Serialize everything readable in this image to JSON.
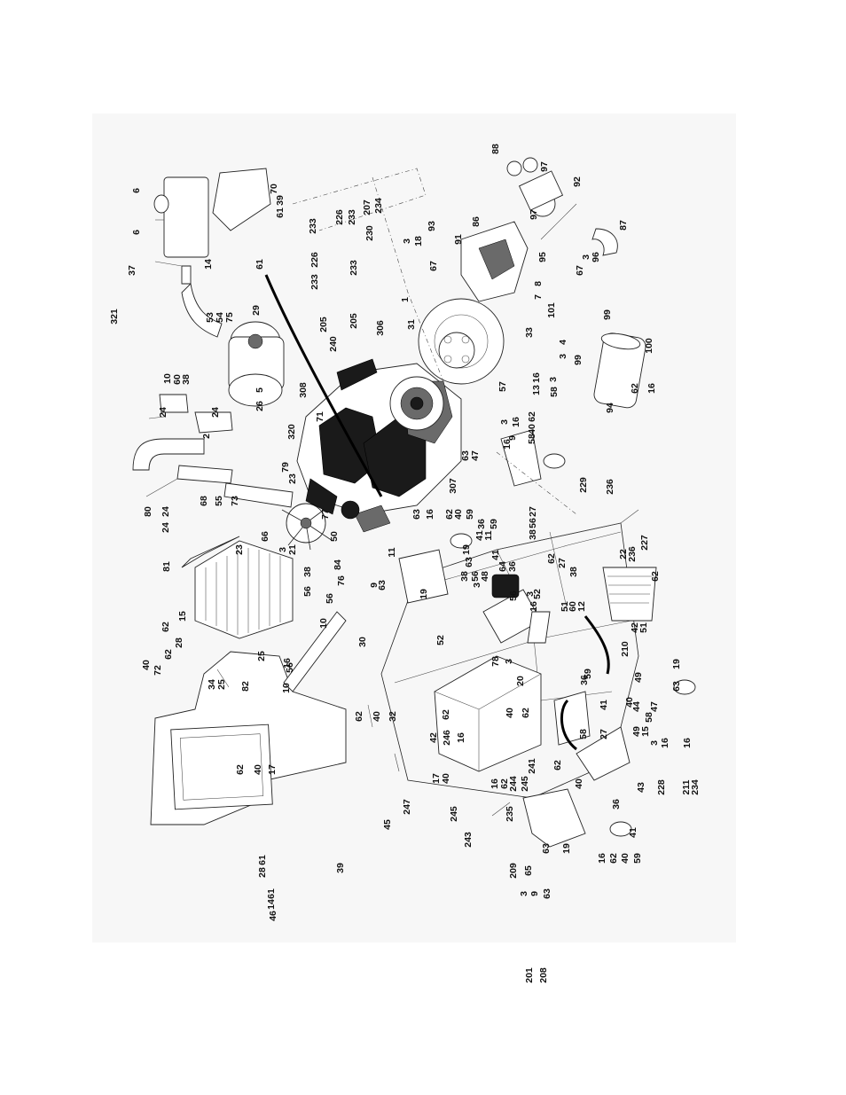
{
  "diagram": {
    "callouts": [
      "6",
      "6",
      "37",
      "70",
      "14",
      "61",
      "61",
      "39",
      "321",
      "53",
      "54",
      "75",
      "29",
      "10",
      "60",
      "38",
      "5",
      "26",
      "24",
      "24",
      "2",
      "24",
      "80",
      "24",
      "68",
      "55",
      "73",
      "308",
      "71",
      "320",
      "79",
      "226",
      "233",
      "207",
      "234",
      "230",
      "226",
      "233",
      "233",
      "205",
      "233",
      "205",
      "240",
      "306",
      "31",
      "1",
      "93",
      "3",
      "18",
      "67",
      "91",
      "86",
      "88",
      "97",
      "92",
      "97",
      "87",
      "95",
      "67",
      "3",
      "96",
      "8",
      "7",
      "101",
      "33",
      "99",
      "99",
      "100",
      "94",
      "62",
      "16",
      "3",
      "4",
      "3",
      "16",
      "13",
      "57",
      "58",
      "3",
      "16",
      "16",
      "62",
      "40",
      "58",
      "9",
      "63",
      "47",
      "307",
      "23",
      "3",
      "21",
      "66",
      "77",
      "50",
      "84",
      "81",
      "23",
      "56",
      "38",
      "76",
      "56",
      "10",
      "30",
      "15",
      "62",
      "28",
      "62",
      "40",
      "72",
      "34",
      "25",
      "25",
      "82",
      "10",
      "56",
      "16",
      "62",
      "40",
      "17",
      "62",
      "40",
      "32",
      "45",
      "247",
      "39",
      "61",
      "28",
      "61",
      "14",
      "46",
      "19",
      "63",
      "16",
      "62",
      "40",
      "59",
      "41",
      "11",
      "38",
      "56",
      "48",
      "64",
      "36",
      "3",
      "9",
      "63",
      "11",
      "56",
      "27",
      "56",
      "38",
      "19",
      "63",
      "36",
      "59",
      "41",
      "229",
      "236",
      "22",
      "236",
      "227",
      "62",
      "27",
      "3",
      "16",
      "52",
      "51",
      "60",
      "12",
      "38",
      "62",
      "42",
      "51",
      "52",
      "78",
      "3",
      "20",
      "42",
      "246",
      "16",
      "62",
      "40",
      "62",
      "17",
      "40",
      "16",
      "62",
      "244",
      "245",
      "241",
      "245",
      "243",
      "235",
      "209",
      "65",
      "63",
      "19",
      "3",
      "9",
      "63",
      "16",
      "62",
      "40",
      "59",
      "41",
      "36",
      "210",
      "49",
      "44",
      "47",
      "19",
      "63",
      "36",
      "59",
      "41",
      "40",
      "58",
      "27",
      "49",
      "15",
      "58",
      "3",
      "16",
      "16",
      "62",
      "40",
      "43",
      "228",
      "211",
      "234",
      "201",
      "208"
    ]
  }
}
